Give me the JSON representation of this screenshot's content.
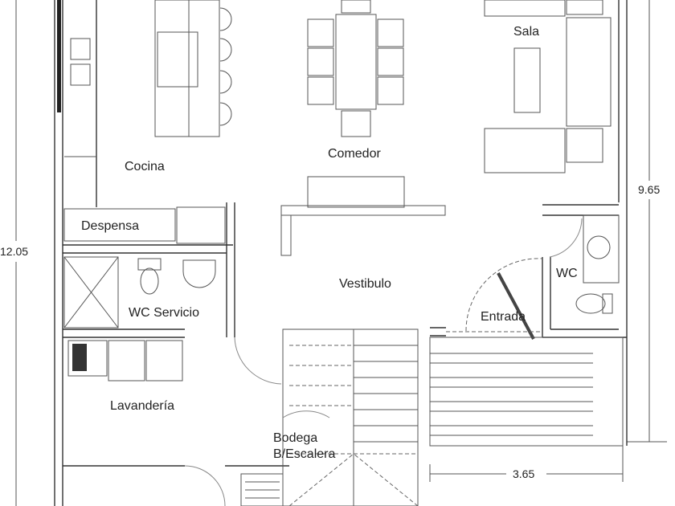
{
  "rooms": {
    "sala": "Sala",
    "comedor": "Comedor",
    "cocina": "Cocina",
    "despensa": "Despensa",
    "wc_servicio": "WC Servicio",
    "vestibulo": "Vestibulo",
    "wc": "WC",
    "entrada": "Entrada",
    "lavanderia": "Lavandería",
    "bodega_line1": "Bodega",
    "bodega_line2": "B/Escalera"
  },
  "dimensions": {
    "total_height": "12.05",
    "right_height": "9.65",
    "bottom_width": "3.65"
  }
}
